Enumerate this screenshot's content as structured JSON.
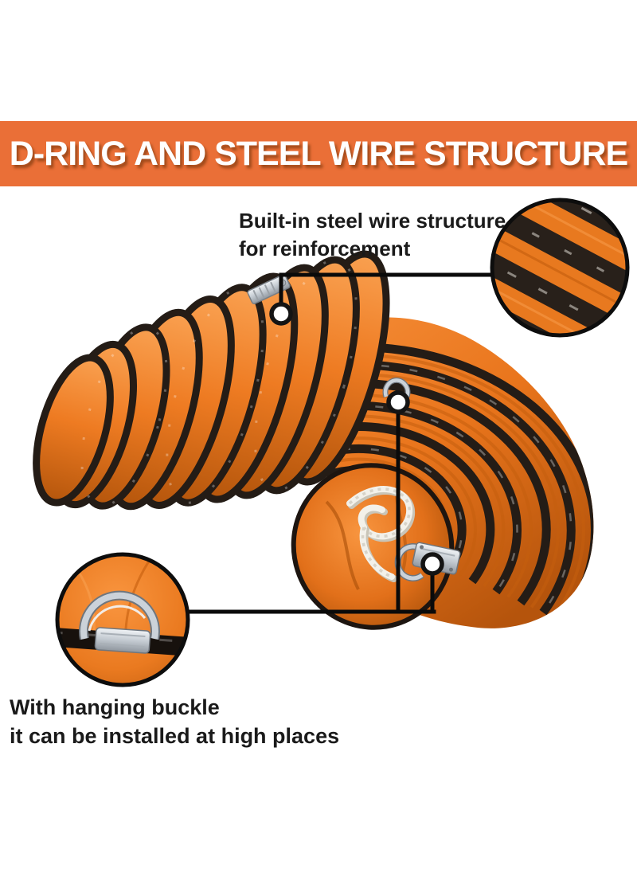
{
  "theme": {
    "page-bg": "#FFFFFF",
    "banner-orange": "#EA6F37",
    "banner-text": "#FFFFFF",
    "text-black": "#1A1A1A",
    "duct-orange": "#EE7B22",
    "duct-orange-light": "#F9A050",
    "duct-orange-deep": "#B5560C",
    "wire-black": "#241C16",
    "line-black": "#0A0A0A",
    "metal-silver": "#C9CED4",
    "metal-silver-dark": "#848B93",
    "rope-white": "#F3F1EA"
  },
  "banner": {
    "title": "D-RING AND STEEL WIRE STRUCTURE"
  },
  "callouts": {
    "steel_wire": {
      "line1": "Built-in steel wire structure",
      "line2": "for reinforcement"
    },
    "hanging_buckle": {
      "line1": "With hanging buckle",
      "line2": "it can be installed at high places"
    }
  }
}
